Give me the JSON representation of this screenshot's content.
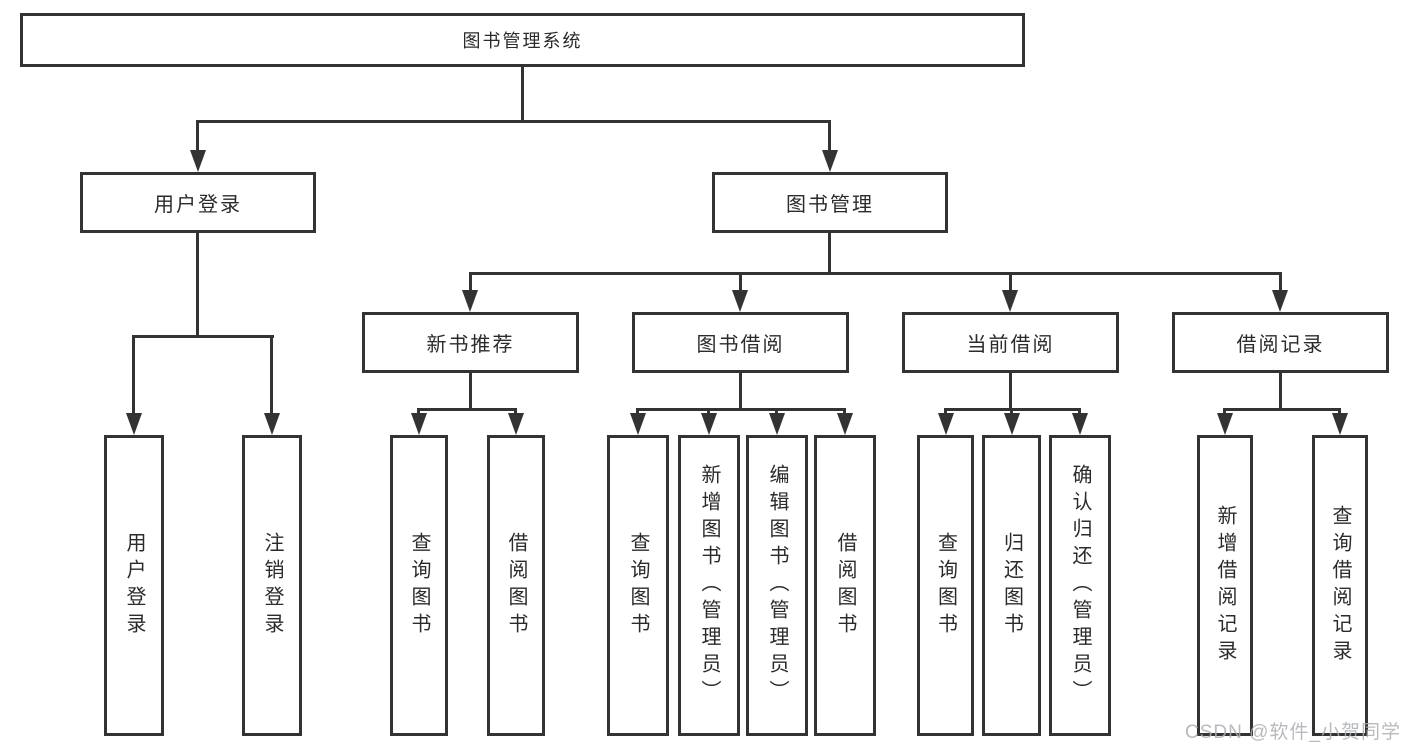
{
  "colors": {
    "line": "#333333",
    "text": "#2b2b2b",
    "background": "#ffffff",
    "watermark": "#aaafb4"
  },
  "watermark": {
    "text": "CSDN @软件_小贺同学"
  },
  "tree": {
    "root": {
      "label": "图书管理系统"
    },
    "children": [
      {
        "label": "用户登录",
        "children": [
          {
            "label": "用户登录"
          },
          {
            "label": "注销登录"
          }
        ]
      },
      {
        "label": "图书管理",
        "children": [
          {
            "label": "新书推荐",
            "children": [
              {
                "label": "查询图书"
              },
              {
                "label": "借阅图书"
              }
            ]
          },
          {
            "label": "图书借阅",
            "children": [
              {
                "label": "查询图书"
              },
              {
                "label": "新增图书（管理员）"
              },
              {
                "label": "编辑图书（管理员）"
              },
              {
                "label": "借阅图书"
              }
            ]
          },
          {
            "label": "当前借阅",
            "children": [
              {
                "label": "查询图书"
              },
              {
                "label": "归还图书"
              },
              {
                "label": "确认归还（管理员）"
              }
            ]
          },
          {
            "label": "借阅记录",
            "children": [
              {
                "label": "新增借阅记录"
              },
              {
                "label": "查询借阅记录"
              }
            ]
          }
        ]
      }
    ]
  }
}
